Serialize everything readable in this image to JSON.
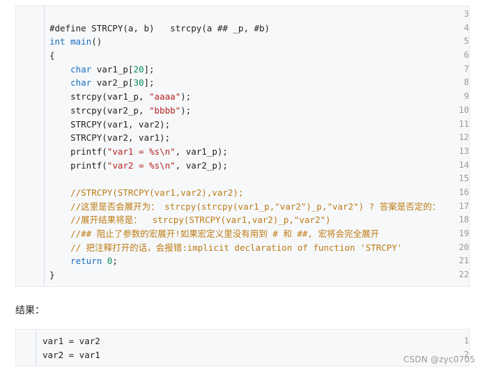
{
  "code_main": {
    "lines": [
      {
        "n": "3",
        "parts": []
      },
      {
        "n": "4",
        "parts": [
          {
            "t": "#define STRCPY(a, b)   strcpy(a ## _p, #b)",
            "c": ""
          }
        ]
      },
      {
        "n": "5",
        "parts": [
          {
            "t": "int",
            "c": "kw"
          },
          {
            "t": " ",
            "c": ""
          },
          {
            "t": "main",
            "c": "fn"
          },
          {
            "t": "()",
            "c": ""
          }
        ]
      },
      {
        "n": "6",
        "parts": [
          {
            "t": "{",
            "c": ""
          }
        ]
      },
      {
        "n": "7",
        "parts": [
          {
            "t": "    ",
            "c": ""
          },
          {
            "t": "char",
            "c": "kw"
          },
          {
            "t": " var1_p[",
            "c": ""
          },
          {
            "t": "20",
            "c": "num"
          },
          {
            "t": "];",
            "c": ""
          }
        ]
      },
      {
        "n": "8",
        "parts": [
          {
            "t": "    ",
            "c": ""
          },
          {
            "t": "char",
            "c": "kw"
          },
          {
            "t": " var2_p[",
            "c": ""
          },
          {
            "t": "30",
            "c": "num"
          },
          {
            "t": "];",
            "c": ""
          }
        ]
      },
      {
        "n": "9",
        "parts": [
          {
            "t": "    strcpy(var1_p, ",
            "c": ""
          },
          {
            "t": "\"aaaa\"",
            "c": "str"
          },
          {
            "t": ");",
            "c": ""
          }
        ]
      },
      {
        "n": "10",
        "parts": [
          {
            "t": "    strcpy(var2_p, ",
            "c": ""
          },
          {
            "t": "\"bbbb\"",
            "c": "str"
          },
          {
            "t": ");",
            "c": ""
          }
        ]
      },
      {
        "n": "11",
        "parts": [
          {
            "t": "    STRCPY(var1, var2);",
            "c": ""
          }
        ]
      },
      {
        "n": "12",
        "parts": [
          {
            "t": "    STRCPY(var2, var1);",
            "c": ""
          }
        ]
      },
      {
        "n": "13",
        "parts": [
          {
            "t": "    printf(",
            "c": ""
          },
          {
            "t": "\"var1 = %s\\n\"",
            "c": "str"
          },
          {
            "t": ", var1_p);",
            "c": ""
          }
        ]
      },
      {
        "n": "14",
        "parts": [
          {
            "t": "    printf(",
            "c": ""
          },
          {
            "t": "\"var2 = %s\\n\"",
            "c": "str"
          },
          {
            "t": ", var2_p);",
            "c": ""
          }
        ]
      },
      {
        "n": "15",
        "parts": []
      },
      {
        "n": "16",
        "parts": [
          {
            "t": "    //STRCPY(STRCPY(var1,var2),var2);",
            "c": "cm"
          }
        ]
      },
      {
        "n": "17",
        "parts": [
          {
            "t": "    //这里是否会展开为： strcpy(strcpy(var1_p,\"var2\")_p,\"var2\") ? 答案是否定的：",
            "c": "cm"
          }
        ]
      },
      {
        "n": "18",
        "parts": [
          {
            "t": "    //展开结果将是：  strcpy(STRCPY(var1,var2)_p,\"var2\")",
            "c": "cm"
          }
        ]
      },
      {
        "n": "19",
        "parts": [
          {
            "t": "    //## 阻止了参数的宏展开!如果宏定义里没有用到 # 和 ##, 宏将会完全展开",
            "c": "cm"
          }
        ]
      },
      {
        "n": "20",
        "parts": [
          {
            "t": "    // 把注释打开的话，会报错:implicit declaration of function 'STRCPY'",
            "c": "cm"
          }
        ]
      },
      {
        "n": "21",
        "parts": [
          {
            "t": "    ",
            "c": ""
          },
          {
            "t": "return",
            "c": "kw"
          },
          {
            "t": " ",
            "c": ""
          },
          {
            "t": "0",
            "c": "num"
          },
          {
            "t": ";",
            "c": ""
          }
        ]
      },
      {
        "n": "22",
        "parts": [
          {
            "t": "}",
            "c": ""
          }
        ]
      }
    ]
  },
  "result_label": "结果：",
  "code_result": {
    "lines": [
      {
        "n": "1",
        "parts": [
          {
            "t": "var1 = var2",
            "c": ""
          }
        ]
      },
      {
        "n": "2",
        "parts": [
          {
            "t": "var2 = var1",
            "c": ""
          }
        ]
      }
    ]
  },
  "watermark": "CSDN @zyc0705",
  "colors": {
    "keyword": "#1a6ebd",
    "string": "#b3231f",
    "number": "#0a8b5a",
    "comment": "#bd7b13",
    "code_background": "#f6f8fa"
  }
}
